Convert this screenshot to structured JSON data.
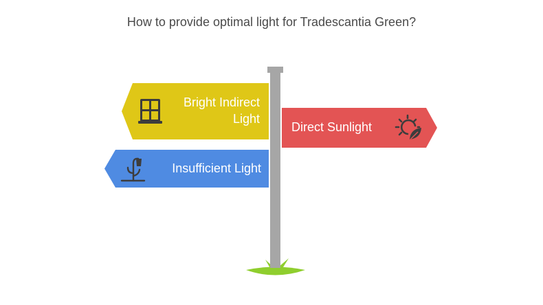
{
  "title": "How to provide optimal light for Tradescantia Green?",
  "signs": [
    {
      "label": "Bright Indirect Light",
      "icon": "window-icon",
      "color": "#dfc717",
      "direction": "left"
    },
    {
      "label": "Direct Sunlight",
      "icon": "sun-leaf-icon",
      "color": "#e35454",
      "direction": "right"
    },
    {
      "label": "Insufficient Light",
      "icon": "wilted-plant-icon",
      "color": "#4f8be2",
      "direction": "left"
    }
  ],
  "colors": {
    "post": "#a6a6a6",
    "grass": "#8fce2e",
    "icon": "#3d3d3d"
  }
}
